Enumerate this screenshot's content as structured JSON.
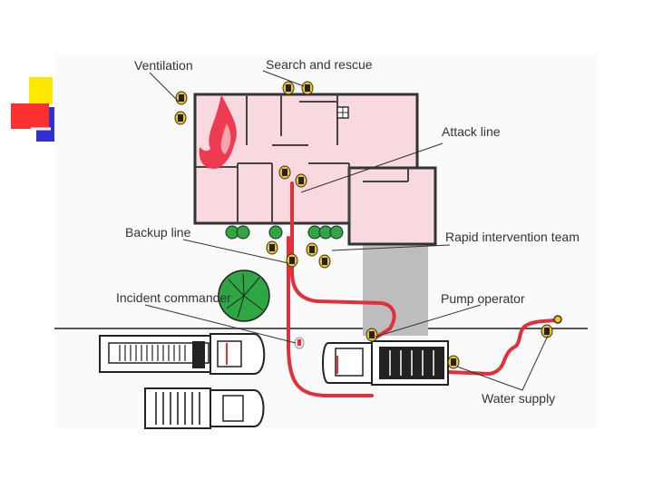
{
  "labels": {
    "ventilation": "Ventilation",
    "search_rescue": "Search and rescue",
    "attack_line": "Attack line",
    "backup_line": "Backup line",
    "rapid_intervention": "Rapid intervention team",
    "incident_commander": "Incident commander",
    "pump_operator": "Pump operator",
    "water_supply": "Water supply"
  },
  "colors": {
    "building": "#f8d9df",
    "fire": "#ee3b52",
    "hose": "#e0303c",
    "firefighter": "#f2c418",
    "tree": "#2ea644",
    "driveway": "#bdbdbd",
    "logo_yellow": "#ffe800",
    "logo_red": "#ff2020",
    "logo_blue": "#3030d0"
  },
  "icons": [
    "slide-logo",
    "fire-icon",
    "firefighter-icon",
    "tree-icon",
    "shrub-icon",
    "fire-engine-icon",
    "hydrant-icon"
  ]
}
